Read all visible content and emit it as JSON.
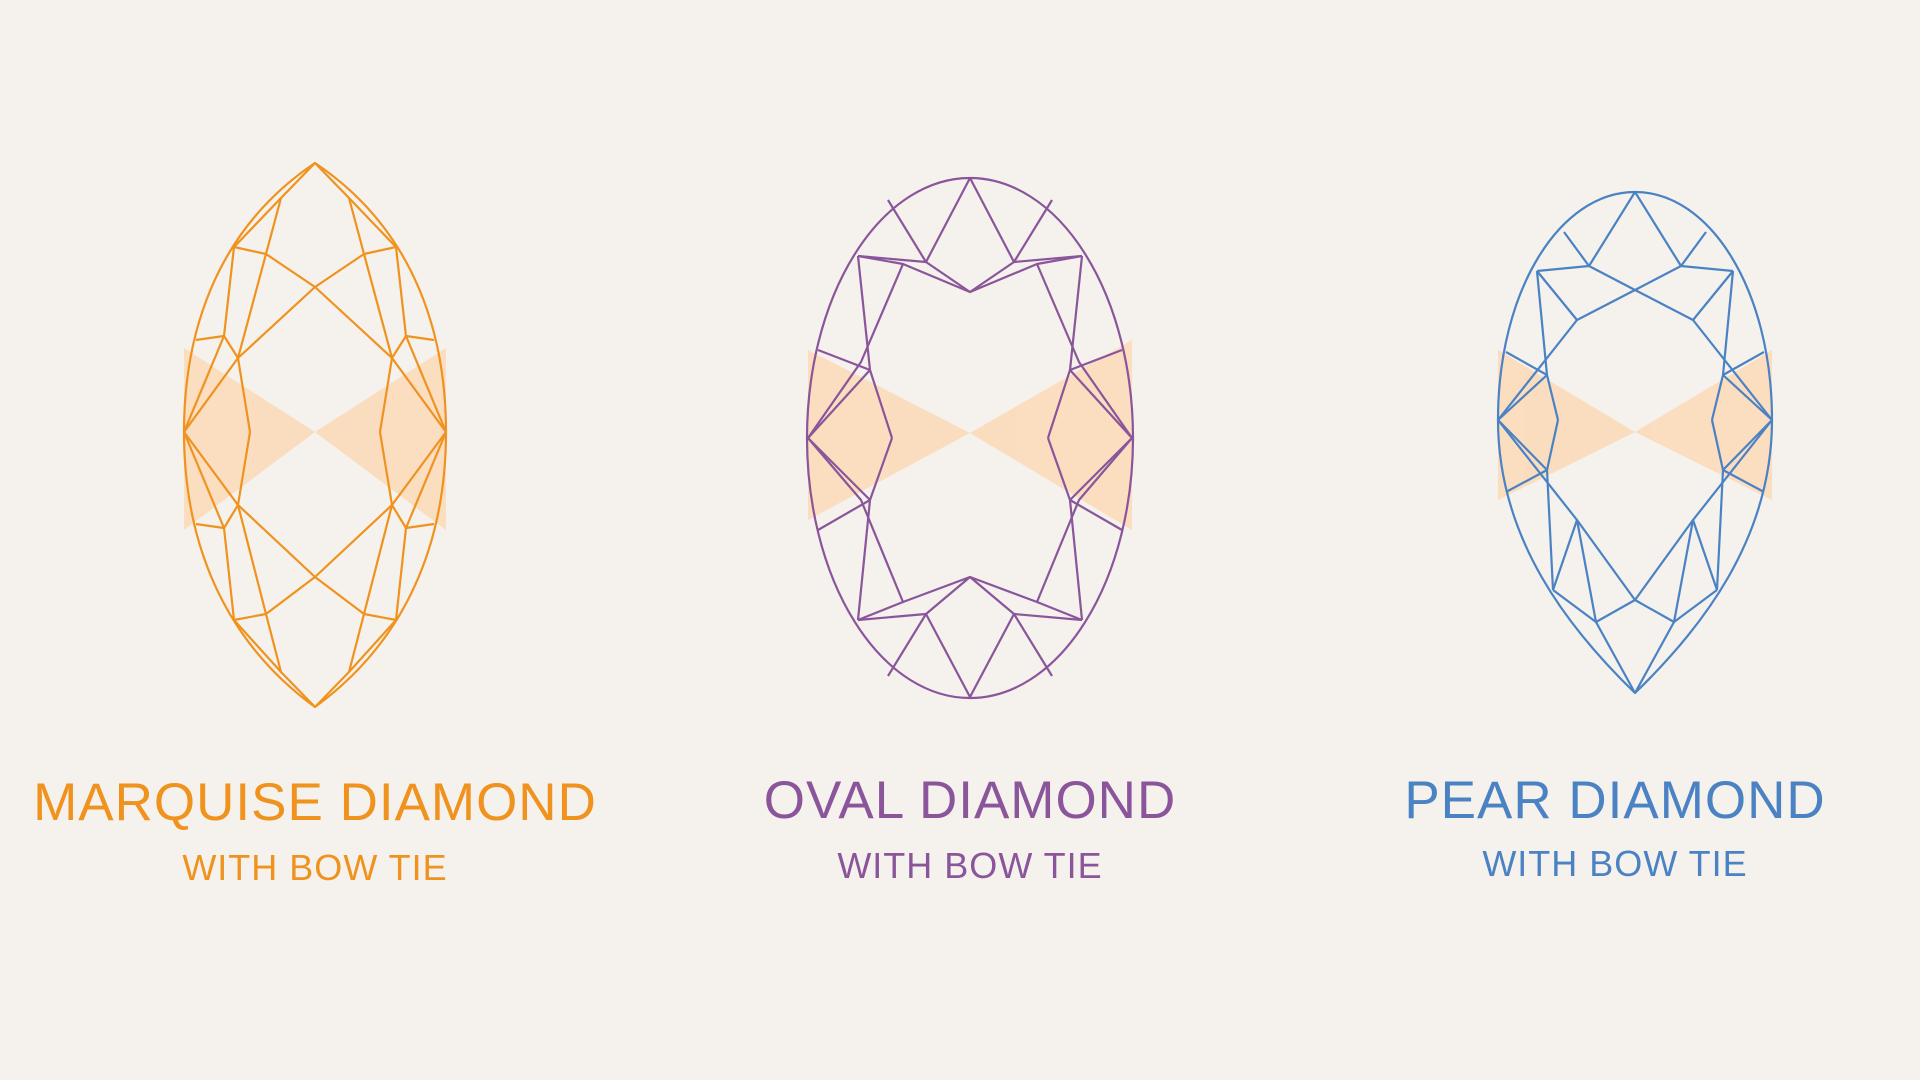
{
  "colors": {
    "background": "#f5f1ec",
    "bowtie": "#fbd9b8",
    "marquise": "#f0921e",
    "oval": "#8a559a",
    "pear": "#4a82c4"
  },
  "diamonds": [
    {
      "id": "marquise",
      "title": "MARQUISE DIAMOND",
      "subtitle": "WITH BOW TIE",
      "color": "#f0921e"
    },
    {
      "id": "oval",
      "title": "OVAL DIAMOND",
      "subtitle": "WITH BOW TIE",
      "color": "#8a559a"
    },
    {
      "id": "pear",
      "title": "PEAR DIAMOND",
      "subtitle": "WITH BOW TIE",
      "color": "#4a82c4"
    }
  ]
}
